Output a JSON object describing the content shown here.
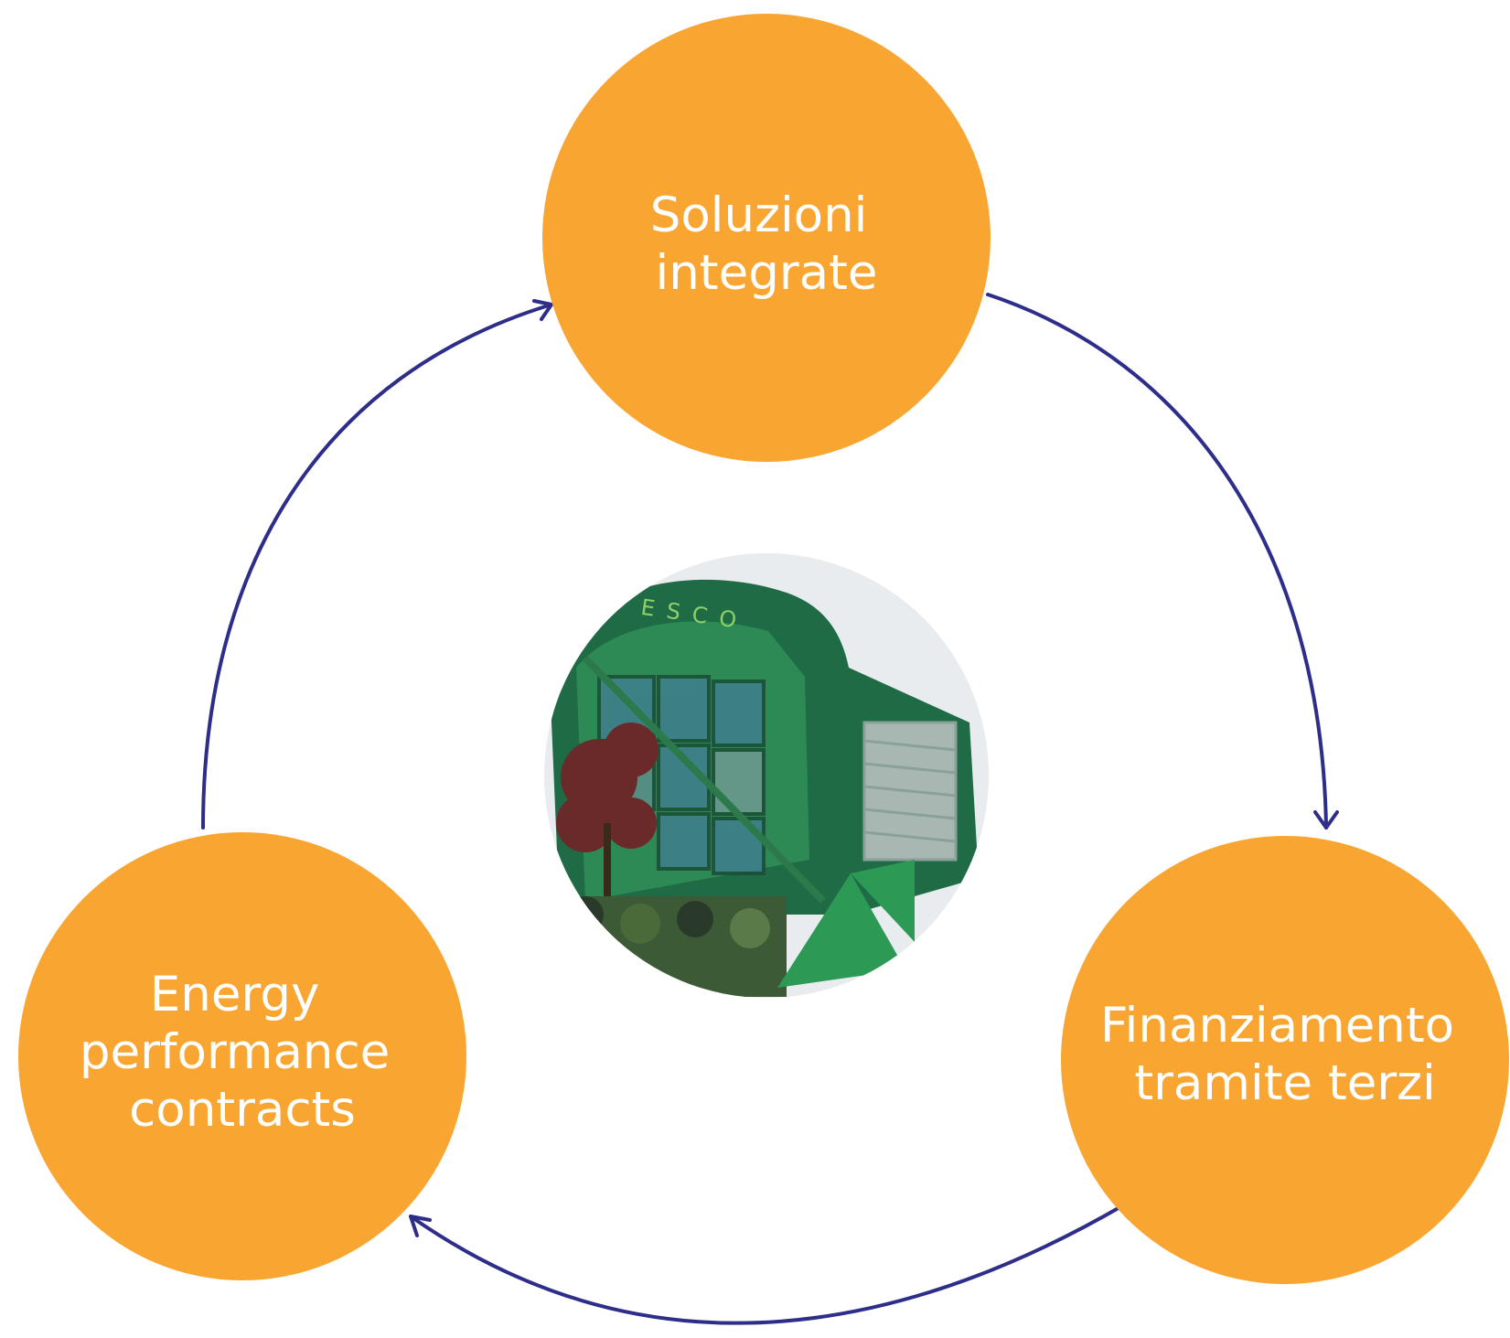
{
  "colors": {
    "node_fill": "#F9A532",
    "node_text": "#FFFFFF",
    "arrow": "#2E2D8A",
    "building_dark": "#1F6B45",
    "building_mid": "#2E8A55",
    "sign_text": "#8DD06A"
  },
  "nodes": [
    {
      "id": "top",
      "lines": [
        "Soluzioni",
        "integrate"
      ]
    },
    {
      "id": "right",
      "lines": [
        "Finanziamento",
        "tramite terzi"
      ]
    },
    {
      "id": "left",
      "lines": [
        "Energy",
        "performance",
        "contracts"
      ]
    }
  ],
  "center_image": {
    "icon": "esco-building-photo",
    "sign_text": "ESCO"
  },
  "arrows": [
    {
      "from": "top",
      "to": "right"
    },
    {
      "from": "right",
      "to": "left"
    },
    {
      "from": "left",
      "to": "top"
    }
  ]
}
